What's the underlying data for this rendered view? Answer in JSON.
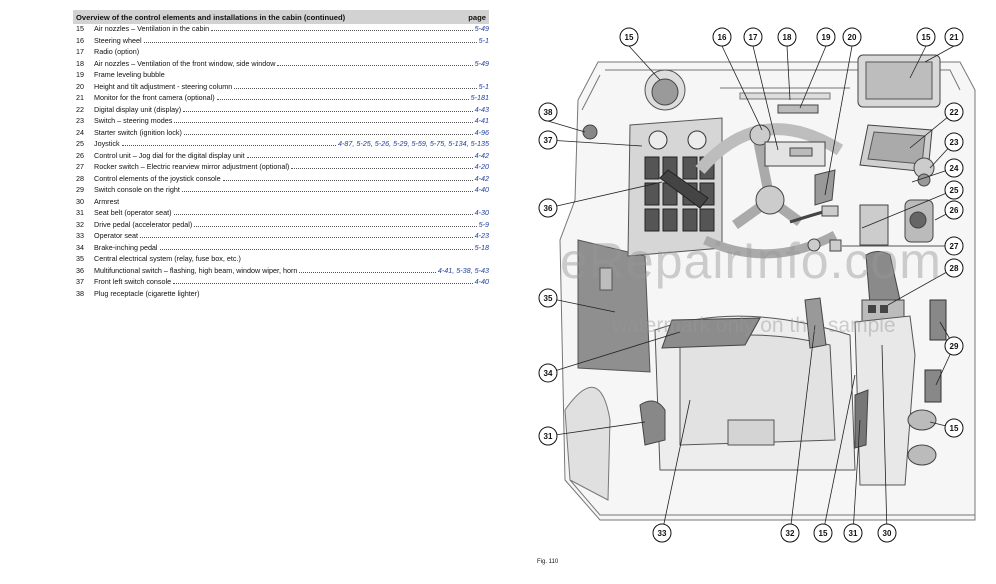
{
  "table": {
    "header": "Overview of the control elements and installations in the cabin (continued)",
    "page_header": "page",
    "rows": [
      {
        "num": "15",
        "desc": "Air nozzles – Ventilation in the cabin",
        "page": "5-49"
      },
      {
        "num": "16",
        "desc": "Steering wheel",
        "page": "5-1"
      },
      {
        "num": "17",
        "desc": "Radio (option)",
        "page": ""
      },
      {
        "num": "18",
        "desc": "Air nozzles – Ventilation of the front window, side window",
        "page": "5-49"
      },
      {
        "num": "19",
        "desc": "Frame leveling bubble",
        "page": ""
      },
      {
        "num": "20",
        "desc": "Height and tilt adjustment - steering column",
        "page": "5-1"
      },
      {
        "num": "21",
        "desc": "Monitor for the front camera (optional)",
        "page": "5-181"
      },
      {
        "num": "22",
        "desc": "Digital display unit (display)",
        "page": "4-43"
      },
      {
        "num": "23",
        "desc": "Switch – steering modes",
        "page": "4-41"
      },
      {
        "num": "24",
        "desc": "Starter switch (ignition lock)",
        "page": "4-96"
      },
      {
        "num": "25",
        "desc": "Joystick",
        "page": "4-87, 5-25, 5-26, 5-29, 5-59, 5-75, 5-134, 5-135"
      },
      {
        "num": "26",
        "desc": "Control unit – Jog dial for the digital display unit",
        "page": "4-42"
      },
      {
        "num": "27",
        "desc": "Rocker switch – Electric rearview mirror adjustment (optional)",
        "page": "4-20"
      },
      {
        "num": "28",
        "desc": "Control elements of the joystick console",
        "page": "4-42"
      },
      {
        "num": "29",
        "desc": "Switch console on the right",
        "page": "4-40"
      },
      {
        "num": "30",
        "desc": "Armrest",
        "page": ""
      },
      {
        "num": "31",
        "desc": "Seat belt (operator seat)",
        "page": "4-30"
      },
      {
        "num": "32",
        "desc": "Drive pedal (accelerator pedal)",
        "page": "5-9"
      },
      {
        "num": "33",
        "desc": "Operator seat",
        "page": "4-23"
      },
      {
        "num": "34",
        "desc": "Brake-inching pedal",
        "page": "5-18"
      },
      {
        "num": "35",
        "desc": "Central electrical system (relay, fuse box, etc.)",
        "page": ""
      },
      {
        "num": "36",
        "desc": "Multifunctional switch – flashing, high beam, window wiper, horn",
        "page": "4-41, 5-38, 5-43"
      },
      {
        "num": "37",
        "desc": "Front left switch console",
        "page": "4-40"
      },
      {
        "num": "38",
        "desc": "Plug receptacle (cigarette lighter)",
        "page": ""
      }
    ]
  },
  "figure": {
    "caption": "Fig. 110",
    "callouts": [
      "15",
      "16",
      "17",
      "18",
      "19",
      "20",
      "15",
      "21",
      "38",
      "37",
      "22",
      "23",
      "24",
      "36",
      "25",
      "26",
      "27",
      "28",
      "35",
      "29",
      "34",
      "15",
      "31",
      "33",
      "32",
      "15",
      "31",
      "30"
    ]
  },
  "watermark": {
    "main": "eRepairInfo.com",
    "sub": "watermark only on this sample"
  }
}
